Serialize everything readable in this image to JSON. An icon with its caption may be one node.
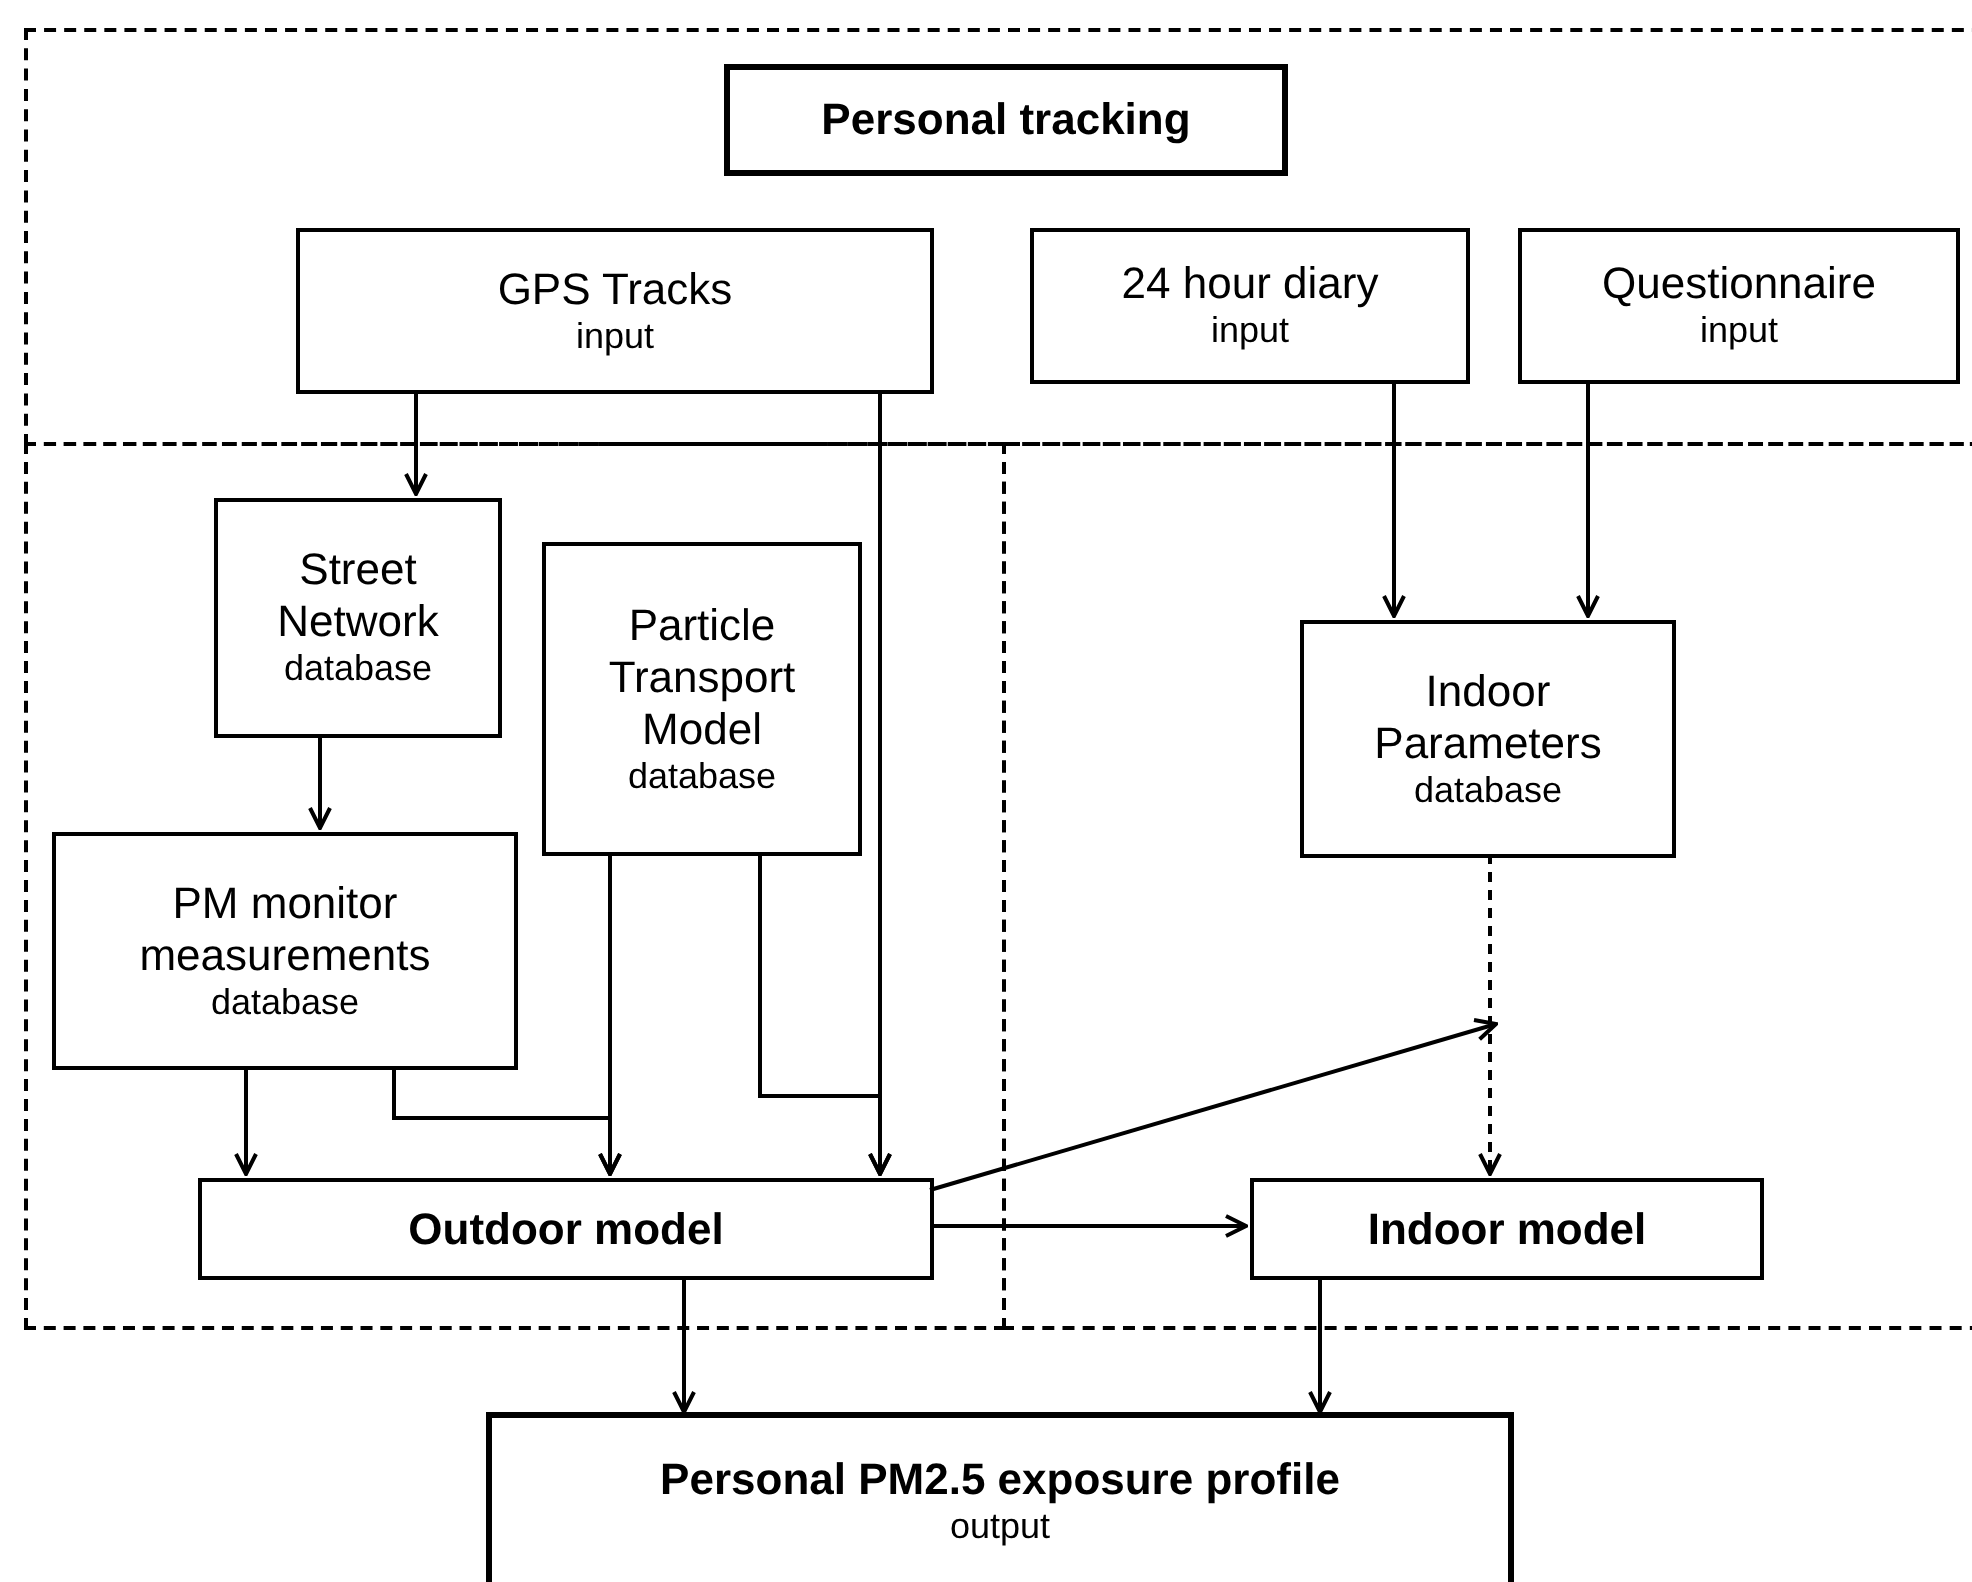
{
  "diagram": {
    "nodes": [
      {
        "text": [],
        "shape": "box"
      },
      {
        "text": [
          "Personal tracking"
        ],
        "in": 0
      },
      {
        "text": [
          "GPS Tracks",
          "input"
        ],
        "in": 0
      },
      {
        "text": [
          "24 hour diary",
          "input"
        ],
        "in": 0
      },
      {
        "text": [
          "Questionnaire",
          "input"
        ],
        "in": 0
      },
      {
        "text": [],
        "shape": "box"
      },
      {
        "text": [
          "Street Network",
          "database"
        ],
        "in": 5
      },
      {
        "text": [
          "Particle Transport Model",
          "database"
        ],
        "in": 5
      },
      {
        "text": [
          "PM monitor measurements",
          "database"
        ],
        "in": 5
      },
      {
        "text": [
          "Outdoor model"
        ],
        "in": 5
      },
      {
        "text": [],
        "shape": "box"
      },
      {
        "text": [
          "Indoor Parameters",
          "database"
        ],
        "in": 10
      },
      {
        "text": [
          "Indoor model"
        ],
        "in": 10
      },
      {
        "text": [
          "Personal PM2.5 exposure profile",
          "output"
        ]
      }
    ],
    "edges": [
      {
        "from": 2,
        "to": 6,
        "arrow": "to"
      },
      {
        "from": 2,
        "to": 9,
        "arrow": "to"
      },
      {
        "from": 3,
        "to": 11,
        "arrow": "to"
      },
      {
        "from": 4,
        "to": 11,
        "arrow": "to"
      },
      {
        "from": 6,
        "to": 8,
        "arrow": "to"
      },
      {
        "from": 8,
        "to": 9,
        "arrow": "to"
      },
      {
        "from": 8,
        "to": 9,
        "arrow": "to"
      },
      {
        "from": 7,
        "to": 9,
        "arrow": "to"
      },
      {
        "from": 7,
        "to": 9,
        "arrow": "to"
      },
      {
        "from": 11,
        "to": 12,
        "arrow": "to",
        "style": "dashed"
      },
      {
        "from": 9,
        "to": null,
        "arrow": "to"
      },
      {
        "from": 9,
        "to": 12,
        "arrow": "to"
      },
      {
        "from": 9,
        "to": 13,
        "arrow": "to"
      },
      {
        "from": 12,
        "to": 13,
        "arrow": "to"
      }
    ]
  }
}
